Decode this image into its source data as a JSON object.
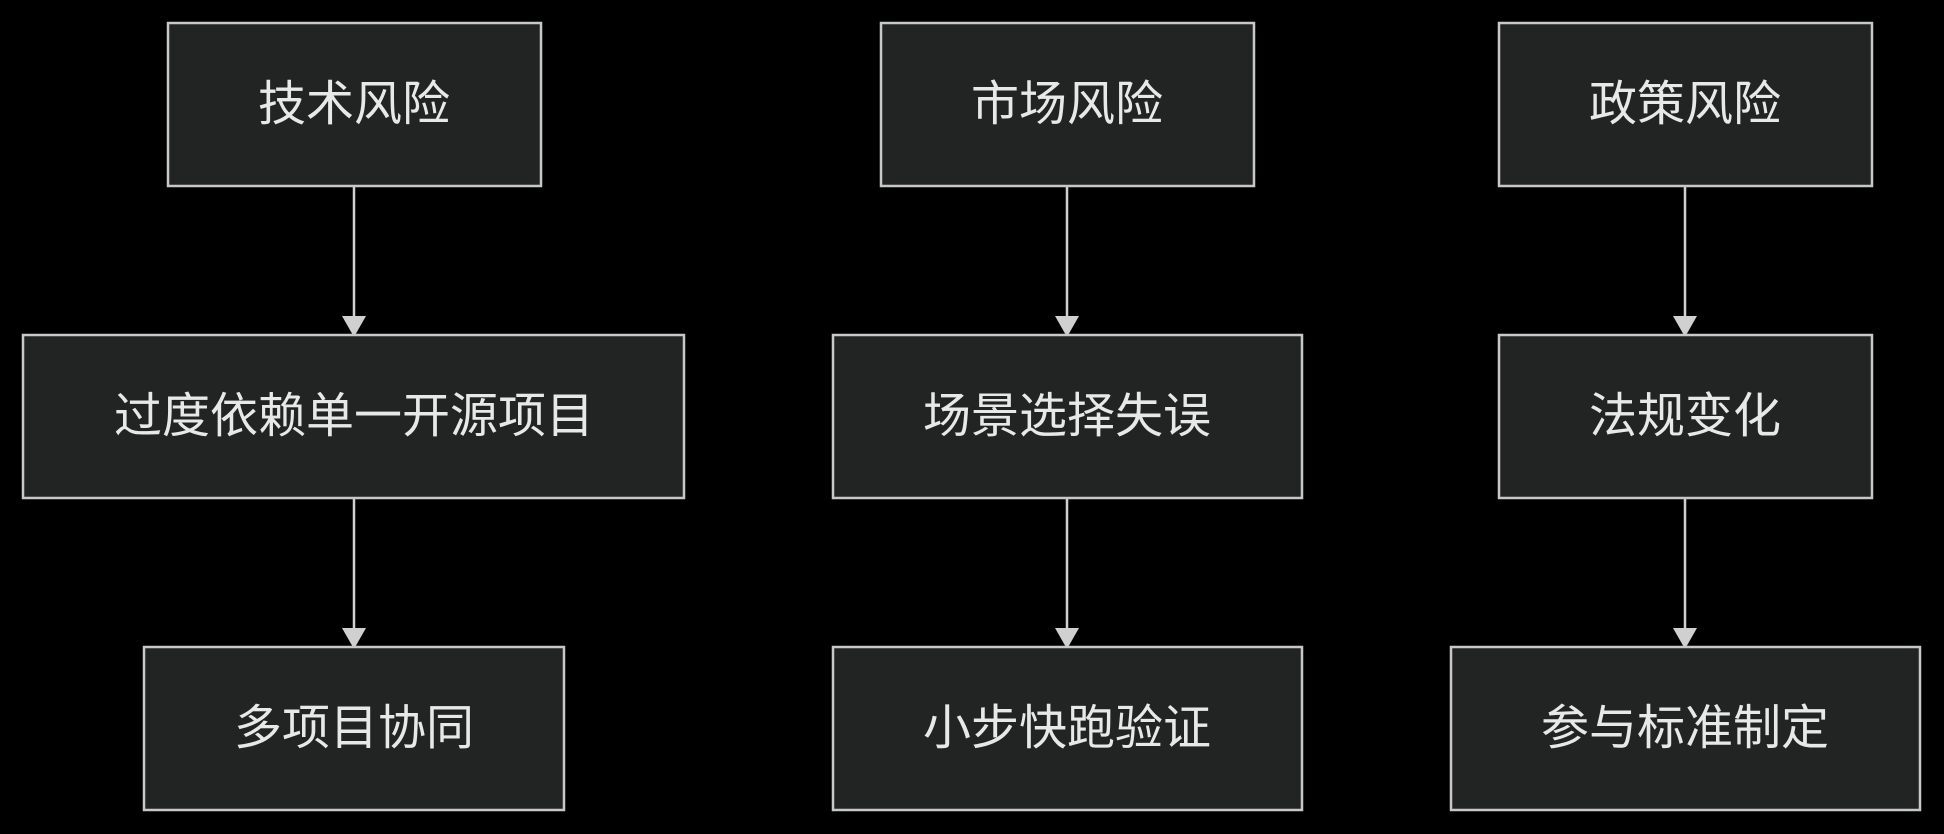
{
  "diagram": {
    "type": "flowchart",
    "direction": "top-down",
    "colors": {
      "background": "#000000",
      "node_fill": "#222424",
      "node_stroke": "#c8c8c8",
      "text": "#e8e8e8",
      "edge": "#d0d0d0"
    },
    "nodes": {
      "tech_risk": "技术风险",
      "tech_issue": "过度依赖单一开源项目",
      "tech_solution": "多项目协同",
      "market_risk": "市场风险",
      "market_issue": "场景选择失误",
      "market_solution": "小步快跑验证",
      "policy_risk": "政策风险",
      "policy_issue": "法规变化",
      "policy_solution": "参与标准制定"
    },
    "edges": [
      {
        "from": "tech_risk",
        "to": "tech_issue"
      },
      {
        "from": "tech_issue",
        "to": "tech_solution"
      },
      {
        "from": "market_risk",
        "to": "market_issue"
      },
      {
        "from": "market_issue",
        "to": "market_solution"
      },
      {
        "from": "policy_risk",
        "to": "policy_issue"
      },
      {
        "from": "policy_issue",
        "to": "policy_solution"
      }
    ]
  }
}
